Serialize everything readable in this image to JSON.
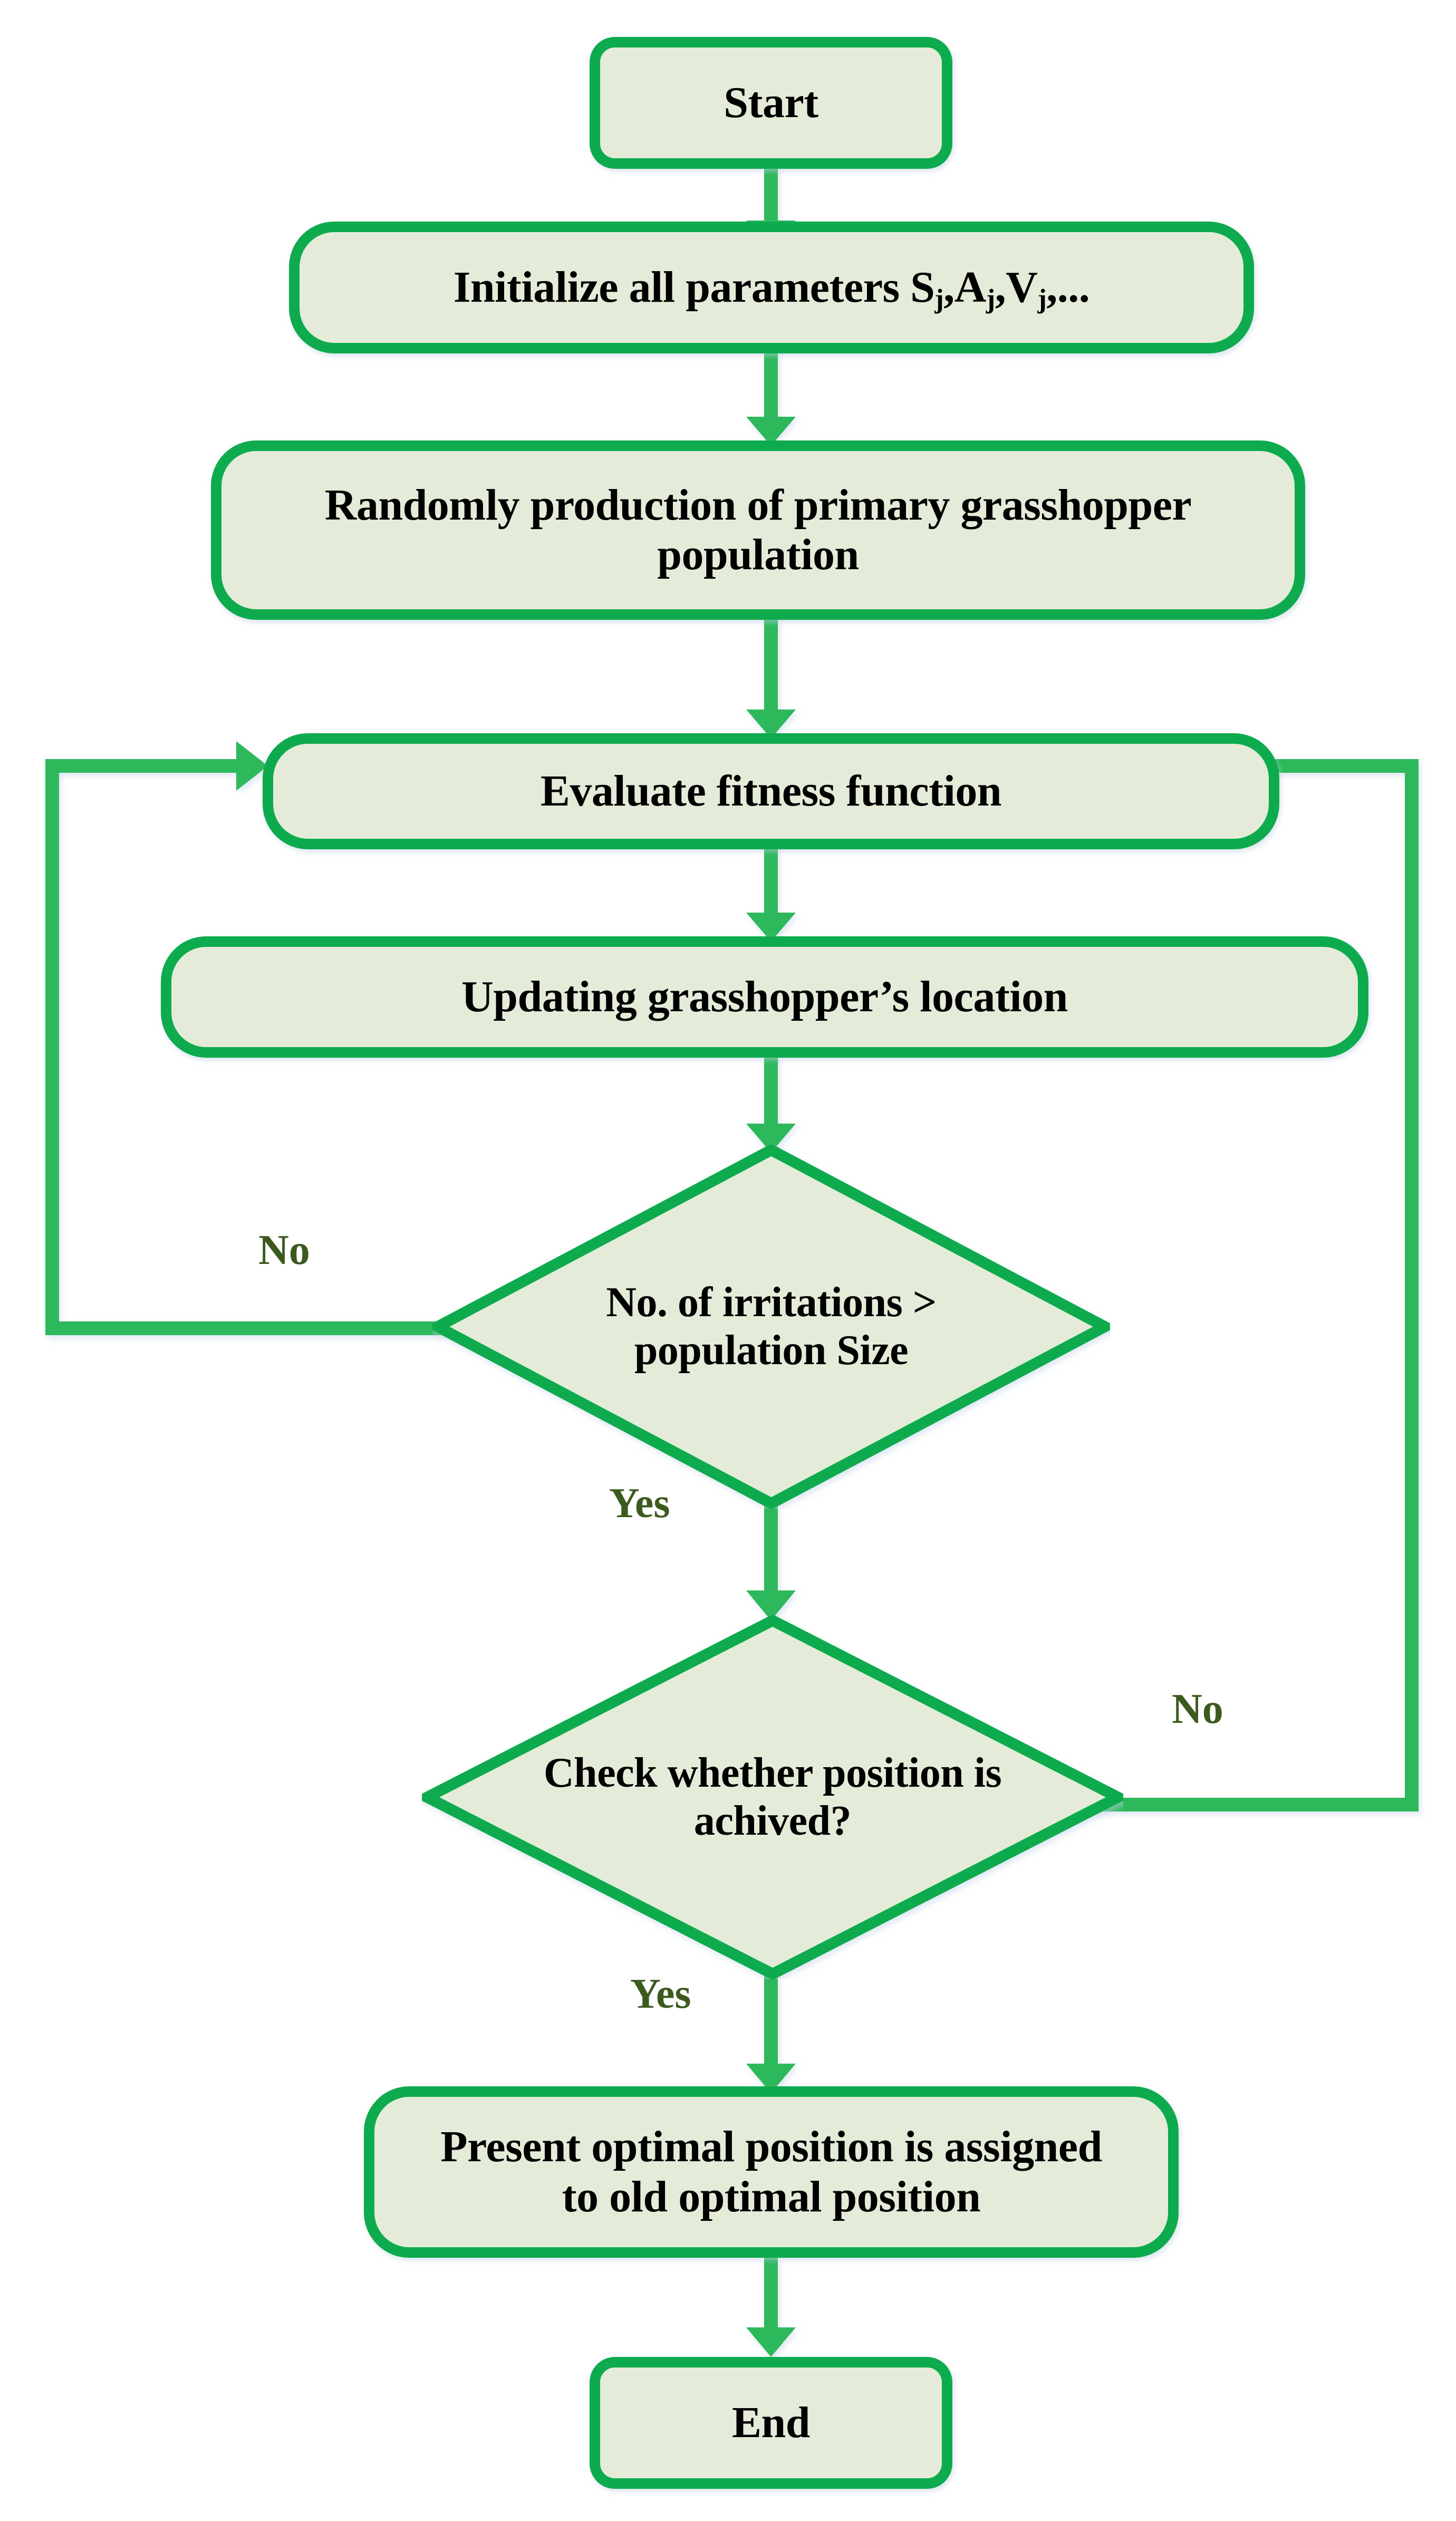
{
  "diagram": {
    "title": "Grasshopper Optimization Algorithm Flowchart",
    "type": "flowchart",
    "palette": {
      "node_fill": "#e4ecd9",
      "node_border": "#0DAB4E",
      "connector": "#2EB85C",
      "label_text": "#3D5A1E",
      "node_text": "#000000",
      "background": "#ffffff"
    },
    "nodes": [
      {
        "id": "start",
        "shape": "terminator",
        "text": "Start"
      },
      {
        "id": "init",
        "shape": "process",
        "text_pre": "Initialize all parameters S",
        "sub1": "j",
        "mid1": ",A",
        "sub2": "j",
        "mid2": ",V",
        "sub3": "j",
        "text_post": ",..."
      },
      {
        "id": "random",
        "shape": "process",
        "line1": "Randomly production of primary grasshopper",
        "line2": "population"
      },
      {
        "id": "evaluate",
        "shape": "process",
        "text": "Evaluate fitness function"
      },
      {
        "id": "update",
        "shape": "process",
        "text": "Updating grasshopper’s location"
      },
      {
        "id": "decision1",
        "shape": "decision",
        "line1": "No. of irritations >",
        "line2": "population Size"
      },
      {
        "id": "decision2",
        "shape": "decision",
        "line1": "Check whether position is",
        "line2": "achived?"
      },
      {
        "id": "assign",
        "shape": "process",
        "line1": "Present optimal position is assigned",
        "line2": "to old optimal position"
      },
      {
        "id": "end",
        "shape": "terminator",
        "text": "End"
      }
    ],
    "edge_labels": {
      "decision1_no": "No",
      "decision1_yes": "Yes",
      "decision2_no": "No",
      "decision2_yes": "Yes"
    },
    "edges": [
      {
        "from": "start",
        "to": "init",
        "label": ""
      },
      {
        "from": "init",
        "to": "random",
        "label": ""
      },
      {
        "from": "random",
        "to": "evaluate",
        "label": ""
      },
      {
        "from": "evaluate",
        "to": "update",
        "label": ""
      },
      {
        "from": "update",
        "to": "decision1",
        "label": ""
      },
      {
        "from": "decision1",
        "to": "evaluate",
        "label": "No",
        "route": "left-loop-back"
      },
      {
        "from": "decision1",
        "to": "decision2",
        "label": "Yes"
      },
      {
        "from": "decision2",
        "to": "evaluate",
        "label": "No",
        "route": "right-loop-back"
      },
      {
        "from": "decision2",
        "to": "assign",
        "label": "Yes"
      },
      {
        "from": "assign",
        "to": "end",
        "label": ""
      }
    ]
  }
}
